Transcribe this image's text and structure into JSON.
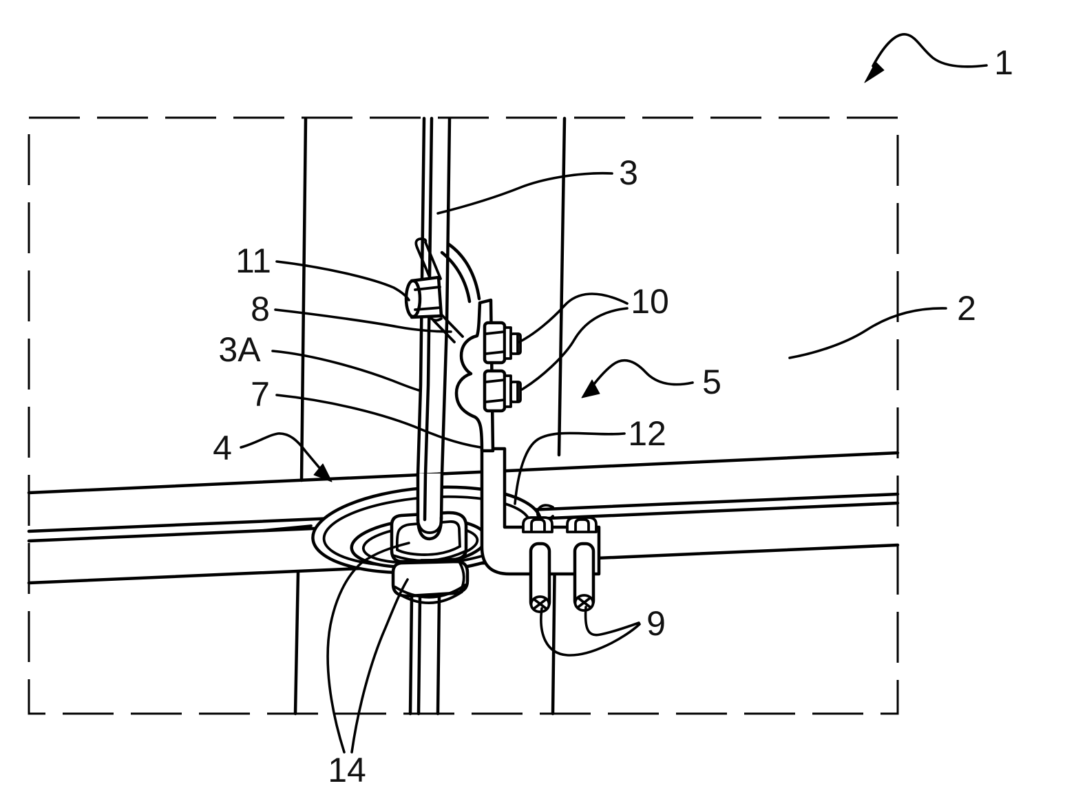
{
  "figure": {
    "kind": "patent-style line drawing",
    "description_visible": "exploded detail of a cable attachment at a mullion-transom junction of a glazed facade",
    "background_color": "#ffffff",
    "line_color": "#000000",
    "label_color": "#111111"
  },
  "labels": {
    "l1": {
      "text": "1",
      "leader": "arrow"
    },
    "l2": {
      "text": "2",
      "leader": "plain"
    },
    "l3": {
      "text": "3",
      "leader": "plain"
    },
    "l3a": {
      "text": "3A",
      "leader": "plain"
    },
    "l4": {
      "text": "4",
      "leader": "arrow"
    },
    "l5": {
      "text": "5",
      "leader": "arrow"
    },
    "l7": {
      "text": "7",
      "leader": "plain"
    },
    "l8": {
      "text": "8",
      "leader": "plain"
    },
    "l9": {
      "text": "9",
      "leader": "plain"
    },
    "l10": {
      "text": "10",
      "leader": "plain"
    },
    "l11": {
      "text": "11",
      "leader": "plain"
    },
    "l12": {
      "text": "12",
      "leader": "plain"
    },
    "l14": {
      "text": "14",
      "leader": "plain"
    }
  }
}
